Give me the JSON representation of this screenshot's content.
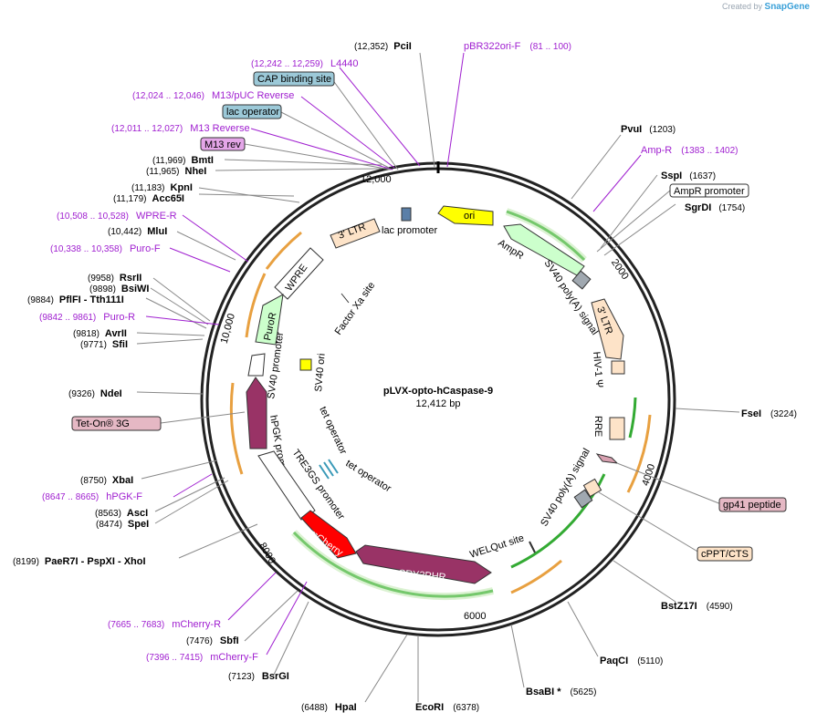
{
  "credit": {
    "prefix": "Created by",
    "brand": "SnapGene"
  },
  "plasmid": {
    "name": "pLVX-opto-hCaspase-9",
    "size": "12,412 bp"
  },
  "ticks": [
    "2000",
    "4000",
    "6000",
    "8000",
    "10,000",
    "12,000"
  ],
  "sites": [
    {
      "name": "PciI",
      "pos": "(12,352)",
      "side": "top"
    },
    {
      "name": "PvuI",
      "pos": "(1203)"
    },
    {
      "name": "SspI",
      "pos": "(1637)"
    },
    {
      "name": "SgrDI",
      "pos": "(1754)"
    },
    {
      "name": "FseI",
      "pos": "(3224)"
    },
    {
      "name": "BstZ17I",
      "pos": "(4590)"
    },
    {
      "name": "PaqCI",
      "pos": "(5110)"
    },
    {
      "name": "BsaBI *",
      "pos": "(5625)"
    },
    {
      "name": "EcoRI",
      "pos": "(6378)"
    },
    {
      "name": "HpaI",
      "pos": "(6488)"
    },
    {
      "name": "BsrGI",
      "pos": "(7123)"
    },
    {
      "name": "SbfI",
      "pos": "(7476)"
    },
    {
      "name": "PaeR7I - PspXI - XhoI",
      "pos": "(8199)"
    },
    {
      "name": "SpeI",
      "pos": "(8474)"
    },
    {
      "name": "AscI",
      "pos": "(8563)"
    },
    {
      "name": "XbaI",
      "pos": "(8750)"
    },
    {
      "name": "NdeI",
      "pos": "(9326)"
    },
    {
      "name": "SfiI",
      "pos": "(9771)"
    },
    {
      "name": "AvrII",
      "pos": "(9818)"
    },
    {
      "name": "PflFI - Tth111I",
      "pos": "(9884)"
    },
    {
      "name": "BsiWI",
      "pos": "(9898)"
    },
    {
      "name": "RsrII",
      "pos": "(9958)"
    },
    {
      "name": "MluI",
      "pos": "(10,442)"
    },
    {
      "name": "Acc65I",
      "pos": "(11,179)"
    },
    {
      "name": "KpnI",
      "pos": "(11,183)"
    },
    {
      "name": "NheI",
      "pos": "(11,965)"
    },
    {
      "name": "BmtI",
      "pos": "(11,969)"
    }
  ],
  "primers": [
    {
      "name": "pBR322ori-F",
      "range": "(81 .. 100)"
    },
    {
      "name": "Amp-R",
      "range": "(1383 .. 1402)"
    },
    {
      "name": "L4440",
      "range": "(12,242 .. 12,259)"
    },
    {
      "name": "M13/pUC Reverse",
      "range": "(12,024 .. 12,046)"
    },
    {
      "name": "M13 Reverse",
      "range": "(12,011 .. 12,027)"
    },
    {
      "name": "WPRE-R",
      "range": "(10,508 .. 10,528)"
    },
    {
      "name": "Puro-F",
      "range": "(10,338 .. 10,358)"
    },
    {
      "name": "Puro-R",
      "range": "(9842 .. 9861)"
    },
    {
      "name": "hPGK-F",
      "range": "(8647 .. 8665)"
    },
    {
      "name": "mCherry-R",
      "range": "(7665 .. 7683)"
    },
    {
      "name": "mCherry-F",
      "range": "(7396 .. 7415)"
    }
  ],
  "boxed_features": [
    {
      "name": "CAP binding site",
      "color": "#9cc9d8"
    },
    {
      "name": "lac operator",
      "color": "#9cc9d8"
    },
    {
      "name": "M13 rev",
      "color": "#e4a6e8"
    },
    {
      "name": "AmpR promoter",
      "color": "#ffffff"
    },
    {
      "name": "Tet-On® 3G",
      "color": "#e5b8c4"
    },
    {
      "name": "gp41 peptide",
      "color": "#e5b8c4"
    },
    {
      "name": "cPPT/CTS",
      "color": "#fde3c8"
    }
  ],
  "inner_features": [
    "ori",
    "AmpR",
    "lac promoter",
    "3' LTR",
    "WPRE",
    "PuroR",
    "SV40 promoter",
    "Factor Xa site",
    "SV40 ori",
    "hPGK promoter",
    "TRE3GS promoter",
    "tet operator",
    "tet operator",
    "mCherry",
    "CRY2PHR",
    "WELQut site",
    "SV40 poly(A) signal",
    "SV40 poly(A) signal",
    "3' LTR",
    "HIV-1 Ψ",
    "RRE"
  ],
  "colors": {
    "ori": "#ffff00",
    "ampr": "#ccffcc",
    "ltr": "#fde3c8",
    "mcherry": "#ff0000",
    "cry2": "#993366",
    "orange": "#e8a040",
    "green": "#33aa33",
    "primer": "#a020d0"
  }
}
